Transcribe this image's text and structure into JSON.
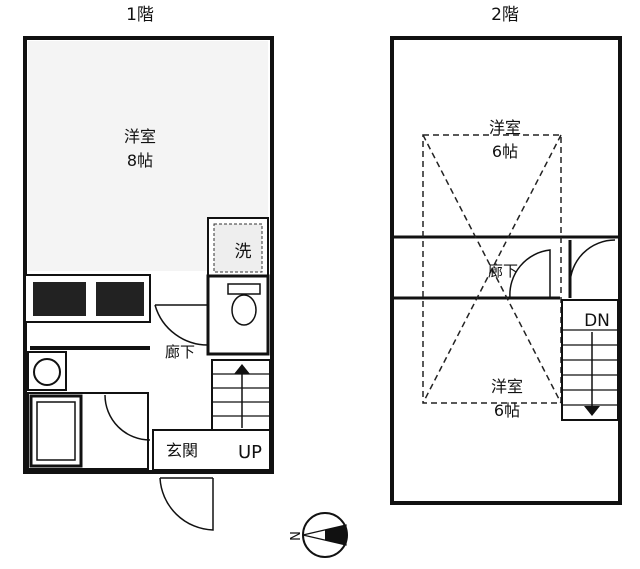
{
  "floors": [
    {
      "label": "1階",
      "rooms": [
        {
          "name": "洋室",
          "size": "8帖"
        },
        {
          "name": "洗"
        },
        {
          "name": "廊下"
        },
        {
          "name": "玄関"
        }
      ],
      "stairs_label": "UP"
    },
    {
      "label": "2階",
      "rooms": [
        {
          "name": "洋室",
          "size": "6帖"
        },
        {
          "name": "廊下"
        },
        {
          "name": "洋室",
          "size": "6帖"
        }
      ],
      "stairs_label": "DN"
    }
  ],
  "compass_label": "N"
}
